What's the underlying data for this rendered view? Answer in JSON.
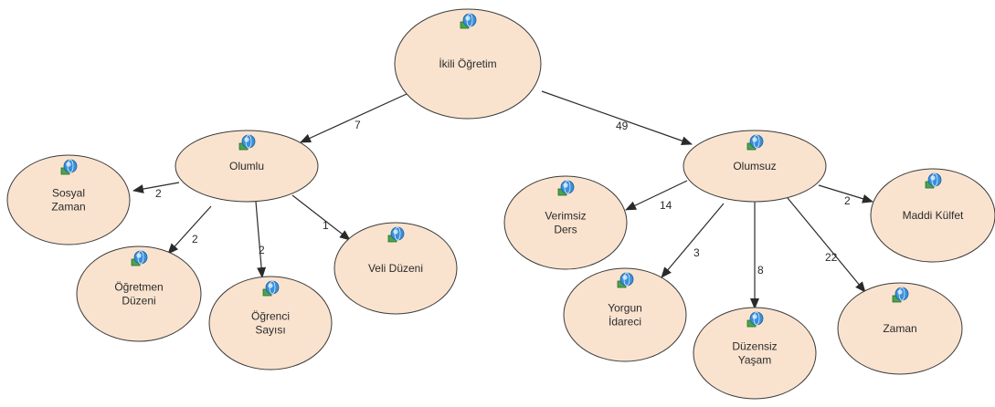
{
  "colors": {
    "node_fill": "#f9e3cf",
    "node_stroke": "#3a3a3a",
    "edge": "#2a2a2a",
    "icon_globe": "#3b8fd9",
    "icon_screen": "#4aa54a"
  },
  "nodes": {
    "root": {
      "lines": [
        "İkili Öğretim"
      ],
      "icon": "globe-screen-icon"
    },
    "olumlu": {
      "lines": [
        "Olumlu"
      ],
      "icon": "globe-screen-icon"
    },
    "olumsuz": {
      "lines": [
        "Olumsuz"
      ],
      "icon": "globe-screen-icon"
    },
    "sosyal_zaman": {
      "lines": [
        "Sosyal",
        "Zaman"
      ],
      "icon": "globe-screen-icon"
    },
    "ogretmen_duzeni": {
      "lines": [
        "Öğretmen",
        "Düzeni"
      ],
      "icon": "globe-screen-icon"
    },
    "ogrenci_sayisi": {
      "lines": [
        "Öğrenci",
        "Sayısı"
      ],
      "icon": "globe-screen-icon"
    },
    "veli_duzeni": {
      "lines": [
        "Veli Düzeni"
      ],
      "icon": "globe-screen-icon"
    },
    "verimsiz_ders": {
      "lines": [
        "Verimsiz",
        "Ders"
      ],
      "icon": "globe-screen-icon"
    },
    "yorgun_idareci": {
      "lines": [
        "Yorgun",
        "İdareci"
      ],
      "icon": "globe-screen-icon"
    },
    "duzensiz_yasam": {
      "lines": [
        "Düzensiz",
        "Yaşam"
      ],
      "icon": "globe-screen-icon"
    },
    "zaman": {
      "lines": [
        "Zaman"
      ],
      "icon": "globe-screen-icon"
    },
    "maddi_kulfet": {
      "lines": [
        "Maddi Külfet"
      ],
      "icon": "globe-screen-icon"
    }
  },
  "edges": [
    {
      "from": "root",
      "to": "olumlu",
      "label": "7"
    },
    {
      "from": "root",
      "to": "olumsuz",
      "label": "49"
    },
    {
      "from": "olumlu",
      "to": "sosyal_zaman",
      "label": "2"
    },
    {
      "from": "olumlu",
      "to": "ogretmen_duzeni",
      "label": "2"
    },
    {
      "from": "olumlu",
      "to": "ogrenci_sayisi",
      "label": "2"
    },
    {
      "from": "olumlu",
      "to": "veli_duzeni",
      "label": "1"
    },
    {
      "from": "olumsuz",
      "to": "verimsiz_ders",
      "label": "14"
    },
    {
      "from": "olumsuz",
      "to": "yorgun_idareci",
      "label": "3"
    },
    {
      "from": "olumsuz",
      "to": "duzensiz_yasam",
      "label": "8"
    },
    {
      "from": "olumsuz",
      "to": "zaman",
      "label": "22"
    },
    {
      "from": "olumsuz",
      "to": "maddi_kulfet",
      "label": "2"
    }
  ]
}
